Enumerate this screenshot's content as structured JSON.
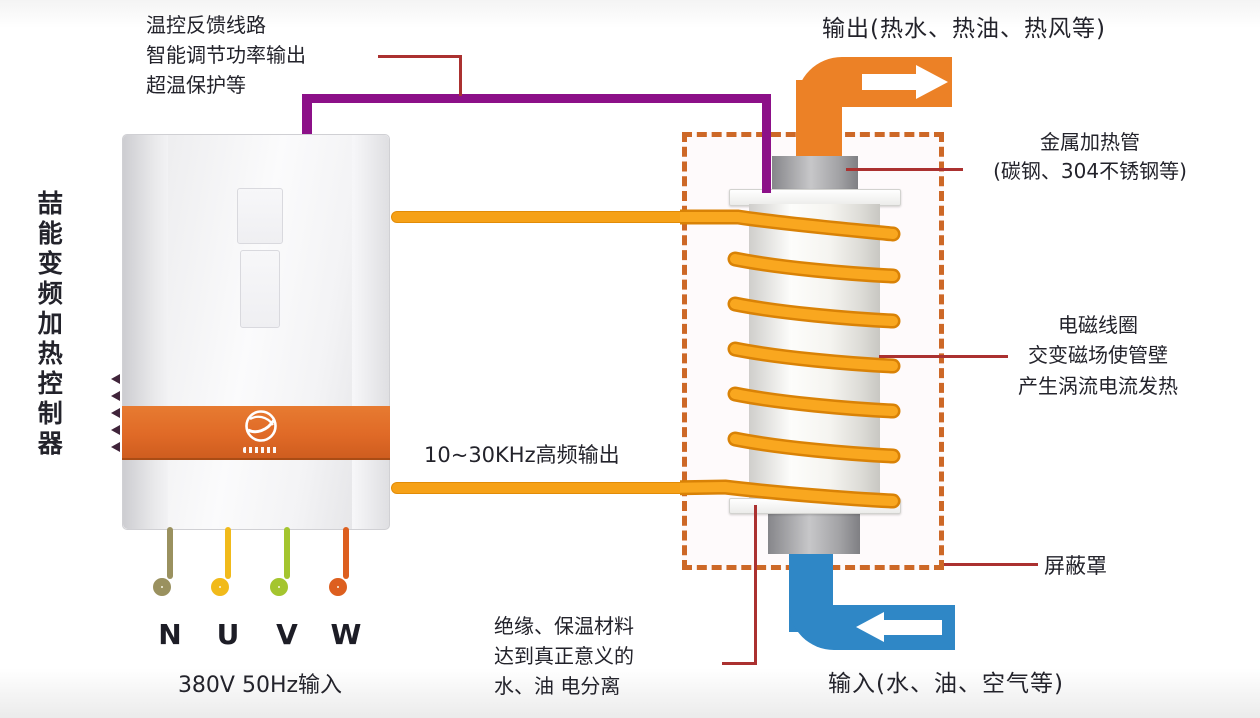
{
  "title_vertical": "喆能变频加热控制器",
  "feedback": {
    "line1": "温控反馈线路",
    "line2": "智能调节功率输出",
    "line3": "超温保护等"
  },
  "output_label": "输出(热水、热油、热风等)",
  "input_label": "输入(水、油、空气等)",
  "metal_tube": {
    "line1": "金属加热管",
    "line2": "(碳钢、304不锈钢等)"
  },
  "coil_note": {
    "line1": "电磁线圈",
    "line2": "交变磁场使管壁",
    "line3": "产生涡流电流发热"
  },
  "shield_label": "屏蔽罩",
  "hf_label": "10~30KHz高频输出",
  "insulation": {
    "line1": "绝缘、保温材料",
    "line2": "达到真正意义的",
    "line3": "水、油 电分离"
  },
  "power_label": "380V 50Hz输入",
  "terminals": {
    "n": "N",
    "u": "U",
    "v": "V",
    "w": "W"
  },
  "colors": {
    "feedback_line": "#8c1088",
    "hf_line": "#f6a117",
    "coil": "#f9a71f",
    "output_pipe": "#ec8126",
    "input_pipe": "#2f87c6",
    "shield_dash": "#cd6827",
    "leader": "#ab3130",
    "controller_band": "#e06a27",
    "wire_n": "#9a915f",
    "wire_u": "#f1ba1a",
    "wire_v": "#a4c52f",
    "wire_w": "#dd5f1f"
  }
}
